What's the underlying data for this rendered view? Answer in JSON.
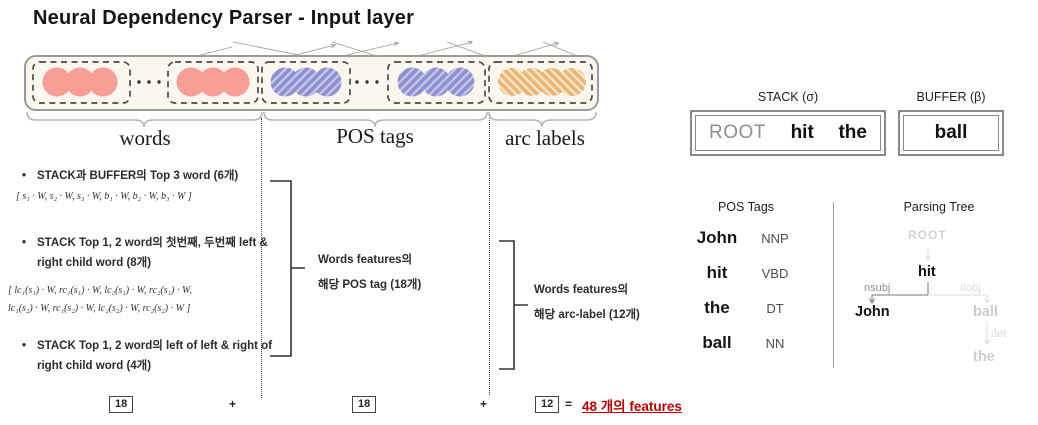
{
  "title": "Neural Dependency Parser - Input layer",
  "colors": {
    "pink": "#f89e97",
    "purple": "#9090d0",
    "purple_stripe": "#c9c9ec",
    "orange": "#e9b678",
    "orange_stripe": "#f8e7ca",
    "band_bg": "#faf7ef",
    "band_border": "#9a9a9a",
    "accent_red": "#c00000"
  },
  "band": {
    "sections": [
      {
        "label": "words"
      },
      {
        "label": "POS tags"
      },
      {
        "label": "arc labels"
      }
    ]
  },
  "features": {
    "bullets": [
      {
        "label": "STACK과 BUFFER의 Top 3 word (6개)",
        "formula_lines": [
          "[ s₁ · W,  s₂ · W,  s₃ · W,  b₁ · W,  b₂ · W,  b₃ · W ]"
        ]
      },
      {
        "label": "STACK Top 1, 2 word의 첫번째, 두번째 left & right child word (8개)",
        "formula_lines": [
          "[ lc₁(s₁) · W,  rc₁(s₁) · W,   lc₂(s₁) · W,  rc₂(s₁) · W,",
          "lc₁(s₂) · W,  rc₁(s₂) · W,   lc₂(s₂) · W,  rc₂(s₂) · W ]"
        ]
      },
      {
        "label": "STACK Top 1, 2 word의 left of left & right of right child word (4개)",
        "formula_lines": []
      }
    ],
    "pos_callout": {
      "line1": "Words features의",
      "line2": "해당 POS tag (18개)"
    },
    "arc_callout": {
      "line1": "Words features의",
      "line2": "해당 arc-label (12개)"
    }
  },
  "equation": {
    "word_count": "18",
    "plus1": "+",
    "pos_count": "18",
    "plus2": "+",
    "arc_count": "12",
    "equals": "=",
    "total": "48 개의 features"
  },
  "example": {
    "stack": {
      "title": "STACK (σ)",
      "items": [
        {
          "text": "ROOT"
        },
        {
          "text": "hit"
        },
        {
          "text": "the"
        }
      ]
    },
    "buffer": {
      "title": "BUFFER (β)",
      "items": [
        {
          "text": "ball"
        }
      ]
    },
    "pos_table": {
      "title": "POS Tags",
      "rows": [
        {
          "word": "John",
          "tag": "NNP"
        },
        {
          "word": "hit",
          "tag": "VBD"
        },
        {
          "word": "the",
          "tag": "DT"
        },
        {
          "word": "ball",
          "tag": "NN"
        }
      ]
    },
    "tree": {
      "title": "Parsing Tree",
      "root": "ROOT",
      "head": "hit",
      "left_label": "nsubj",
      "left_node": "John",
      "right_label": "dobj",
      "right_node": "ball",
      "det_label": "det",
      "det_node": "the"
    }
  }
}
